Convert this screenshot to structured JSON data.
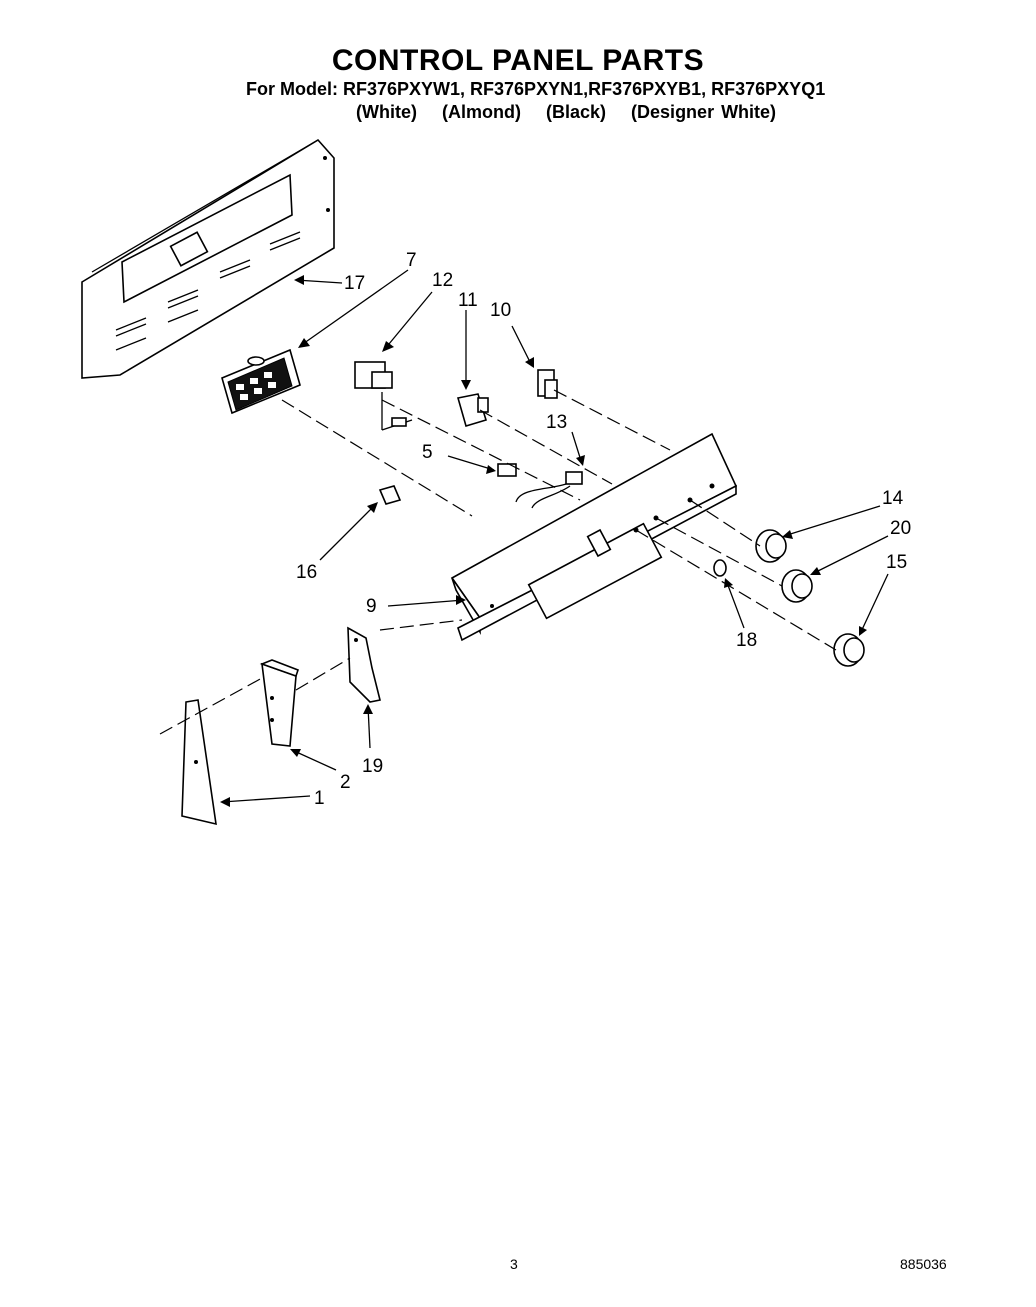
{
  "header": {
    "title": "CONTROL PANEL PARTS",
    "models": "For Model: RF376PXYW1, RF376PXYN1,RF376PXYB1, RF376PXYQ1",
    "colors": [
      "(White)",
      "(Almond)",
      "(Black)",
      "(Designer White)"
    ]
  },
  "callouts": {
    "c1": "1",
    "c2": "2",
    "c5": "5",
    "c7": "7",
    "c9": "9",
    "c10": "10",
    "c11": "11",
    "c12": "12",
    "c13": "13",
    "c14": "14",
    "c15": "15",
    "c16": "16",
    "c17": "17",
    "c18": "18",
    "c19": "19",
    "c20": "20"
  },
  "footer": {
    "page_number": "3",
    "document_number": "885036"
  }
}
